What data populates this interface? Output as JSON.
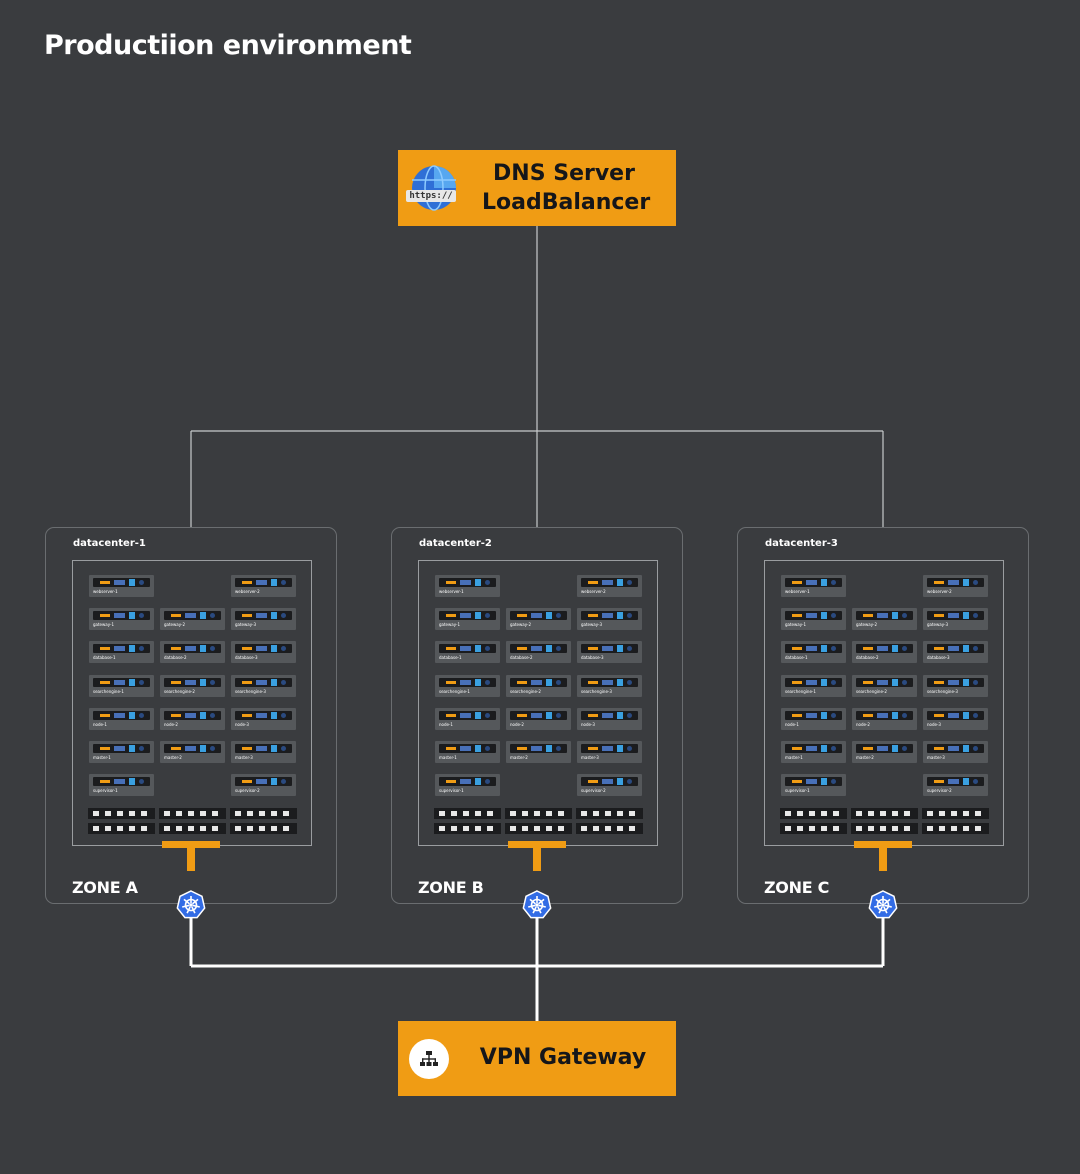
{
  "title": "Productiion environment",
  "dns_box": {
    "line1": "DNS Server",
    "line2": "LoadBalancer",
    "icon": "globe-icon",
    "icon_label": "https://"
  },
  "vpn_box": {
    "label": "VPN Gateway",
    "icon": "network-icon"
  },
  "colors": {
    "background": "#3a3c3f",
    "accent": "#f09c14",
    "k8s": "#326ce5",
    "line": "#ffffff"
  },
  "zones": [
    {
      "datacenter": "datacenter-1",
      "zone": "ZONE A",
      "icon": "kubernetes-icon"
    },
    {
      "datacenter": "datacenter-2",
      "zone": "ZONE B",
      "icon": "kubernetes-icon"
    },
    {
      "datacenter": "datacenter-3",
      "zone": "ZONE C",
      "icon": "kubernetes-icon"
    }
  ],
  "rack_rows": [
    [
      "webserver-1",
      "",
      "webserver-2"
    ],
    [
      "gateway-1",
      "gateway-2",
      "gateway-3"
    ],
    [
      "database-1",
      "database-2",
      "database-3"
    ],
    [
      "searchengine-1",
      "searchengine-2",
      "searchengine-3"
    ],
    [
      "node-1",
      "node-2",
      "node-3"
    ],
    [
      "master-1",
      "master-2",
      "master-3"
    ],
    [
      "supervisor-1",
      "",
      "supervisor-2"
    ]
  ]
}
